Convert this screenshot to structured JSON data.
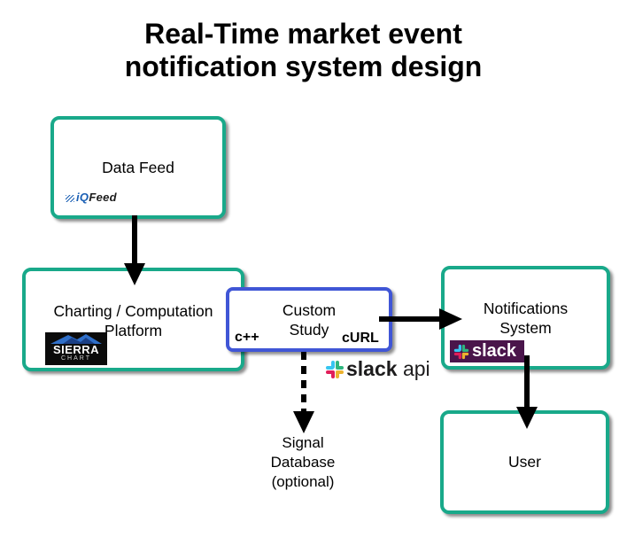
{
  "title": {
    "line1": "Real-Time market event",
    "line2": "notification system design"
  },
  "nodes": {
    "data_feed": {
      "label": "Data Feed"
    },
    "charting": {
      "label_line1": "Charting / Computation",
      "label_line2": "Platform"
    },
    "custom_study": {
      "label_line1": "Custom",
      "label_line2": "Study",
      "lang_left": "c++",
      "lang_right": "cURL"
    },
    "notifications": {
      "label_line1": "Notifications",
      "label_line2": "System"
    },
    "user": {
      "label": "User"
    },
    "signal_db": {
      "label_line1": "Signal",
      "label_line2": "Database",
      "label_line3": "(optional)"
    }
  },
  "logos": {
    "iqfeed": {
      "text_prefix": "iQ",
      "text_suffix": "Feed"
    },
    "sierra_chart": {
      "text": "SIERRA",
      "subtext": "CHART"
    },
    "slack": {
      "text": "slack"
    },
    "slack_api": {
      "text": "slack",
      "suffix": " api"
    }
  },
  "colors": {
    "box_border_green": "#19a98a",
    "box_border_blue": "#4056d6",
    "arrow": "#000000",
    "slack_purple": "#4a154b"
  },
  "edges": [
    {
      "from": "data_feed",
      "to": "charting",
      "style": "solid"
    },
    {
      "from": "custom_study",
      "to": "notifications",
      "style": "solid"
    },
    {
      "from": "notifications",
      "to": "user",
      "style": "solid"
    },
    {
      "from": "custom_study",
      "to": "signal_db",
      "style": "dashed"
    }
  ]
}
